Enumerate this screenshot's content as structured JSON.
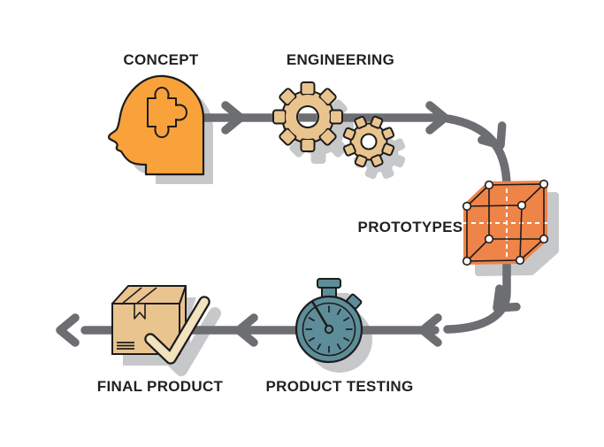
{
  "diagram": {
    "type": "process-flow",
    "steps": [
      {
        "id": "concept",
        "label": "CONCEPT",
        "icon": "head-puzzle-icon"
      },
      {
        "id": "engineering",
        "label": "ENGINEERING",
        "icon": "gears-icon"
      },
      {
        "id": "prototypes",
        "label": "PROTOTYPES",
        "icon": "wireframe-cube-icon"
      },
      {
        "id": "product-testing",
        "label": "PRODUCT TESTING",
        "icon": "stopwatch-icon"
      },
      {
        "id": "final-product",
        "label": "FINAL PRODUCT",
        "icon": "box-checkmark-icon"
      }
    ],
    "colors": {
      "head_orange": "#F9A23B",
      "cube_orange": "#EF8449",
      "gear_box_tan": "#EAC48F",
      "checkmark_cream": "#F3E2BE",
      "stopwatch_teal": "#5D8D99",
      "arrow_gray": "#6D6E71",
      "shadow_gray": "#C7C8CA",
      "outline_black": "#1C1C1C",
      "text_black": "#231F20",
      "background": "#FFFFFF"
    }
  }
}
